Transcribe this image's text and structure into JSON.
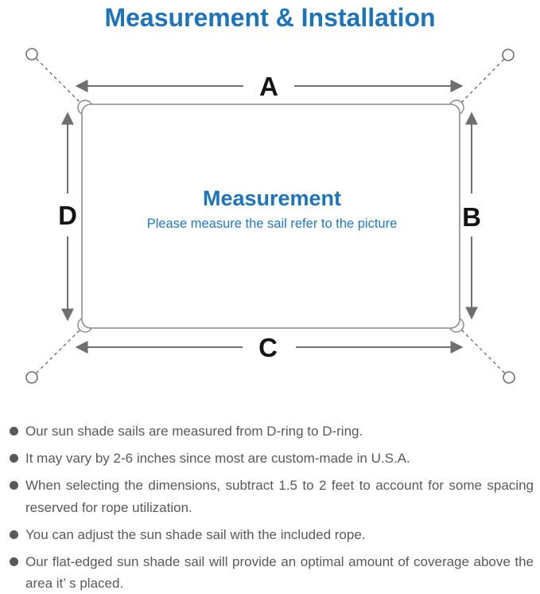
{
  "title": "Measurement & Installation",
  "diagram": {
    "center_title": "Measurement",
    "center_subtitle": "Please measure the sail refer to the picture",
    "labels": {
      "top": "A",
      "right": "B",
      "bottom": "C",
      "left": "D"
    }
  },
  "bullets": [
    "Our sun shade sails are measured from D-ring to D-ring.",
    "It may vary by 2-6 inches since most are custom-made in U.S.A.",
    "When selecting the dimensions, subtract 1.5 to 2 feet to account for some spacing reserved for rope utilization.",
    "You can adjust the sun shade sail with the included rope.",
    "Our flat-edged sun shade sail will provide an optimal amount of coverage above the area it’ s placed."
  ],
  "colors": {
    "accent_blue": "#1b74bc",
    "subtitle_blue": "#1e78c8",
    "line_gray": "#8c8c8c",
    "arrow_gray": "#6f6f6f",
    "label_black": "#141414",
    "body_text_gray": "#58595b"
  }
}
